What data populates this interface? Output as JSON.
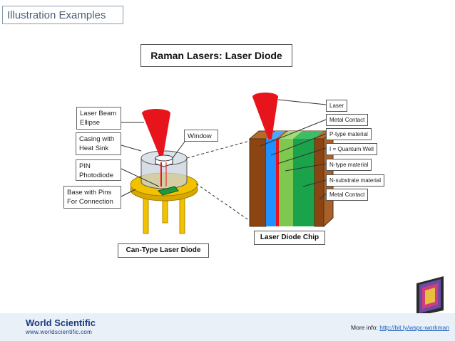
{
  "header": {
    "section_title": "Illustration Examples"
  },
  "title": "Raman Lasers: Laser Diode",
  "can": {
    "labels": {
      "beam": "Laser Beam\nEllipse",
      "casing": "Casing  with\nHeat Sink",
      "pin": "PIN\nPhotodiode",
      "base": "Base with Pins\nFor Connection",
      "window": "Window"
    },
    "caption": "Can-Type Laser Diode"
  },
  "chip": {
    "labels": [
      "Laser",
      "Metal Contact",
      "P-type material",
      "I = Quantum Well",
      "N-type material",
      "N-substrate material",
      "Metal Contact"
    ],
    "caption": "Laser Diode Chip"
  },
  "footer": {
    "brand": "World Scientific",
    "url": "www.worldscientific.com",
    "more_info_label": "More info:",
    "more_info_link": "http://bit.ly/wspc-workman"
  },
  "colors": {
    "beam_red": "#e8141c",
    "base_yellow": "#f2c200",
    "metal_brown": "#8b4513",
    "p_type_blue": "#1e90ff",
    "quantum_green": "#7ec850",
    "n_green": "#1aa34a"
  }
}
